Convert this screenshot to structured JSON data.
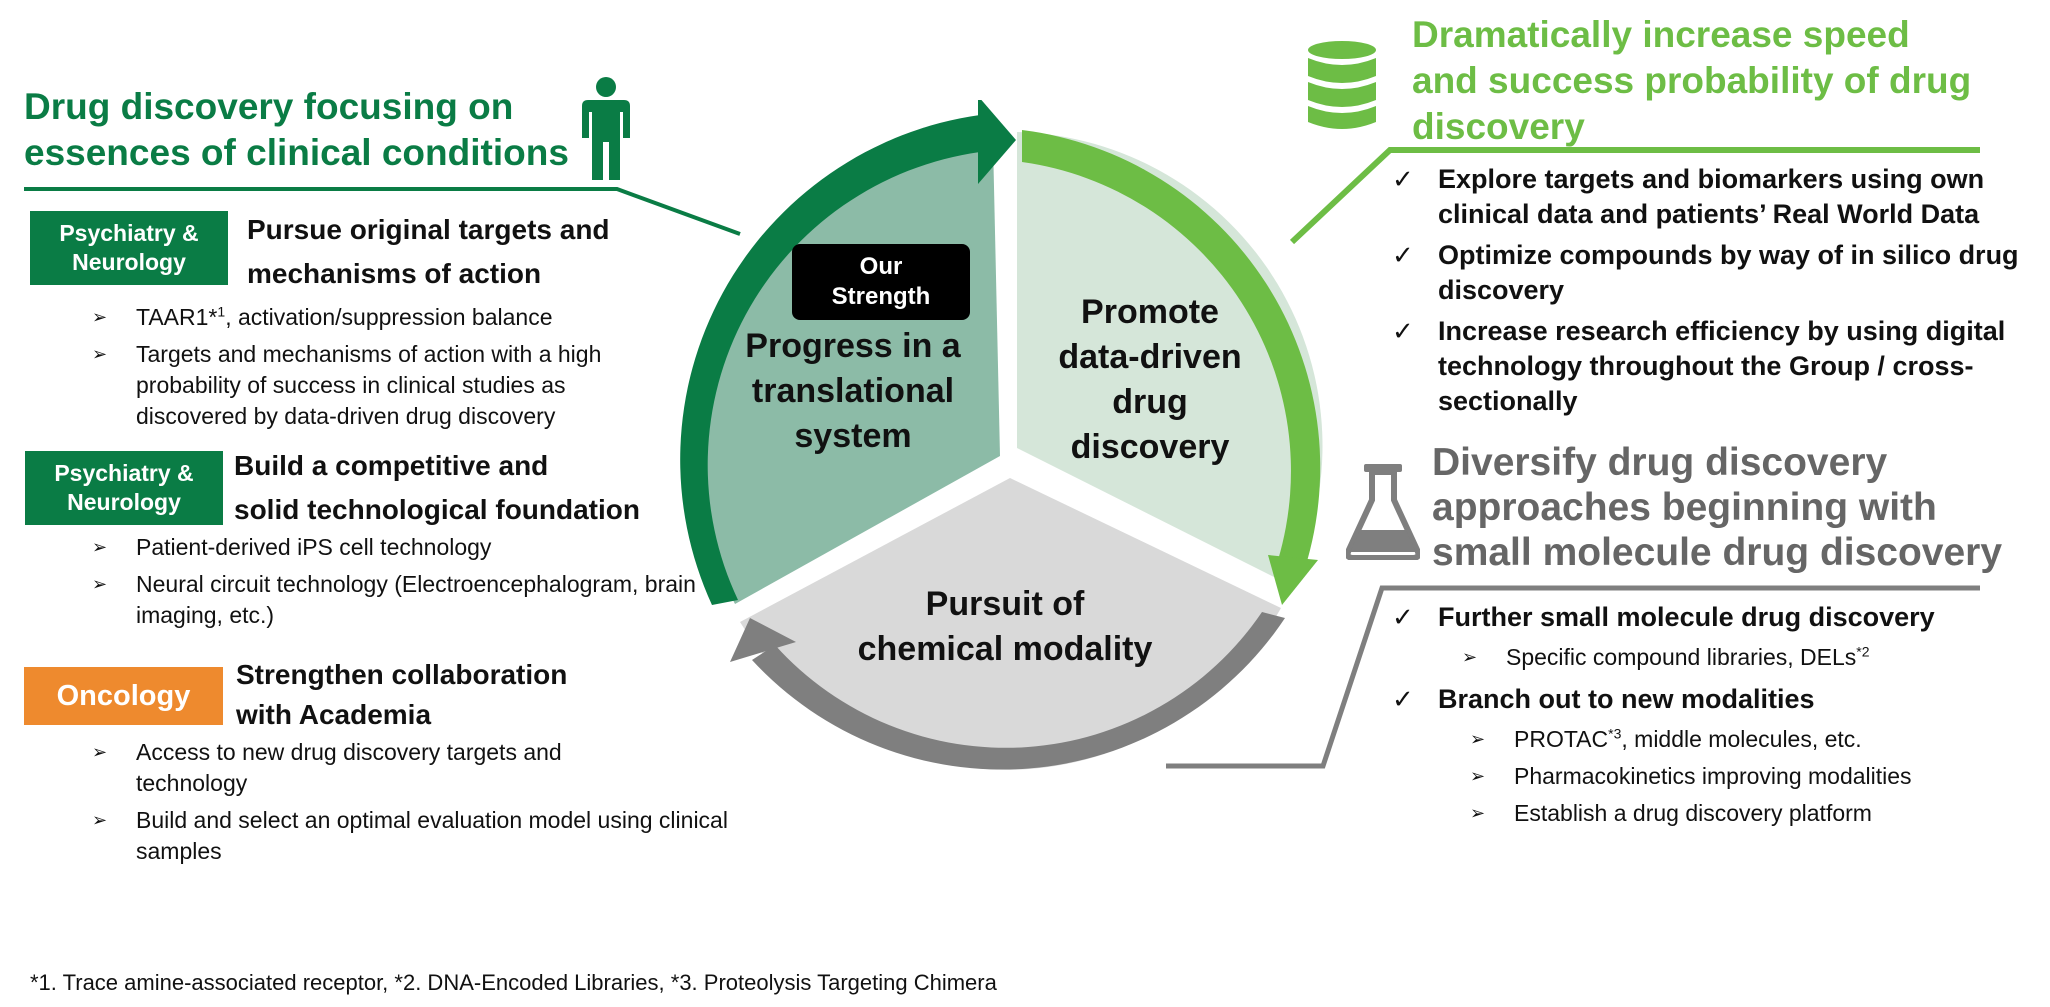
{
  "left": {
    "title_line1": "Drug discovery focusing on",
    "title_line2": "essences of clinical conditions",
    "person_icon": "person-icon",
    "blocks": [
      {
        "tag": "Psychiatry &\nNeurology",
        "heading_line1": "Pursue original targets and",
        "heading_line2": "mechanisms of action",
        "items": [
          {
            "text": "TAAR1*",
            "sup": "1",
            "after": ", activation/suppression balance"
          },
          {
            "text": "Targets and mechanisms of action with a high probability of success in clinical studies as discovered by data-driven drug discovery"
          }
        ]
      },
      {
        "tag": "Psychiatry &\nNeurology",
        "heading_line1": "Build a competitive and",
        "heading_line2": "solid technological foundation",
        "items": [
          {
            "text": "Patient-derived iPS cell technology"
          },
          {
            "text": "Neural circuit technology (Electroencephalogram, brain imaging, etc.)"
          }
        ]
      },
      {
        "tag": "Oncology",
        "heading_line1": "Strengthen collaboration",
        "heading_line2": "with Academia",
        "items": [
          {
            "text": "Access to new drug discovery targets and technology"
          },
          {
            "text": "Build and select an optimal evaluation model using clinical samples"
          }
        ]
      }
    ]
  },
  "wheel": {
    "badge": "Our\nStrength",
    "seg1": "Progress in a\ntranslational\nsystem",
    "seg2": "Promote\ndata-driven\ndrug\ndiscovery",
    "seg3": "Pursuit of\nchemical modality",
    "colors": {
      "dark": "#0a7c45",
      "light": "#6dbd45",
      "gray": "#7f7f7f",
      "seg1": "#8cbba7",
      "seg2": "#d5e6d9",
      "seg3": "#d9d9d9"
    }
  },
  "right_top": {
    "title": "Dramatically increase speed\nand success probability of drug\ndiscovery",
    "icon": "database-icon",
    "items": [
      "Explore targets and biomarkers using own clinical data and patients’ Real World Data",
      "Optimize compounds by way of in silico drug discovery",
      "Increase research efficiency by using digital technology throughout the Group / cross-sectionally"
    ]
  },
  "right_bottom": {
    "title": "Diversify drug discovery\napproaches beginning with\nsmall molecule drug discovery",
    "icon": "flask-icon",
    "item1": "Further small molecule drug discovery",
    "item1_sub": {
      "text": "Specific compound libraries, DELs",
      "sup": "*2"
    },
    "item2": "Branch out to new modalities",
    "item2_subs": [
      {
        "text": "PROTAC",
        "sup": "*3",
        "after": ", middle molecules, etc."
      },
      {
        "text": "Pharmacokinetics improving modalities"
      },
      {
        "text": "Establish a drug discovery platform"
      }
    ]
  },
  "footer": "*1. Trace amine-associated receptor, *2. DNA-Encoded Libraries, *3. Proteolysis Targeting Chimera"
}
